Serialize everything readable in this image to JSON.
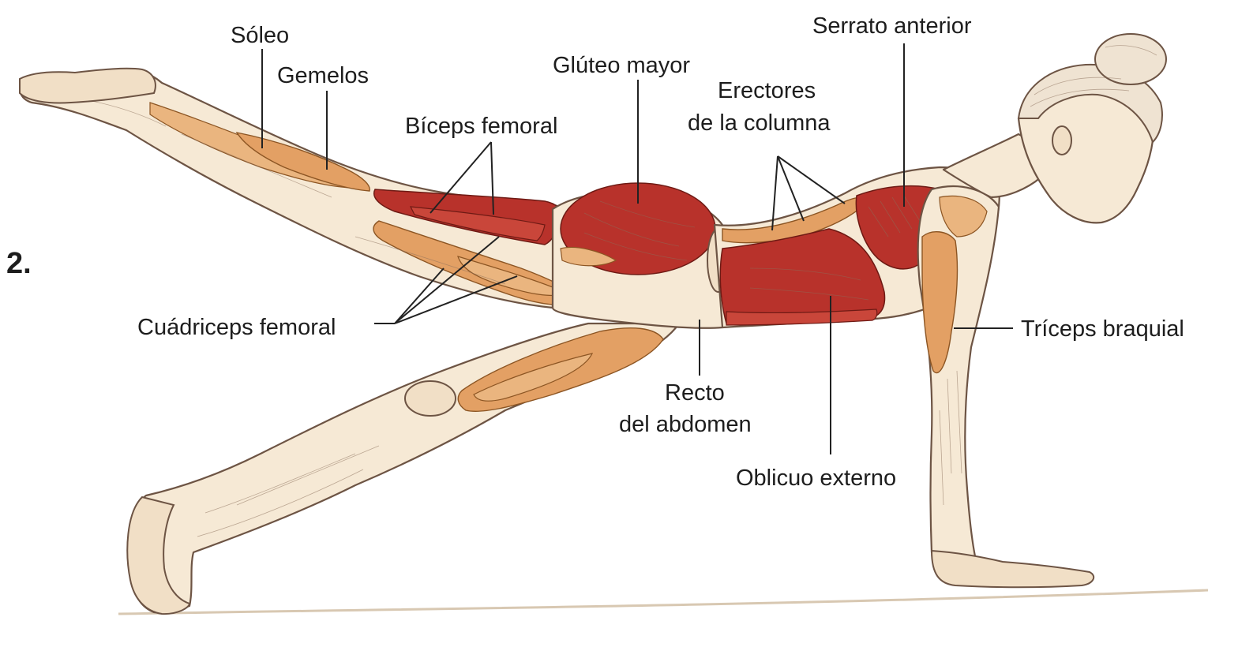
{
  "figure_number": "2.",
  "labels": {
    "soleo": "Sóleo",
    "gemelos": "Gemelos",
    "biceps_femoral": "Bíceps femoral",
    "gluteo_mayor": "Glúteo mayor",
    "erectores_1": "Erectores",
    "erectores_2": "de la columna",
    "serrato_anterior": "Serrato anterior",
    "cuadriceps_femoral": "Cuádriceps femoral",
    "recto_1": "Recto",
    "recto_2": "del abdomen",
    "oblicuo_externo": "Oblicuo externo",
    "triceps_braquial": "Tríceps braquial"
  },
  "colors": {
    "muscle_red": "#b8322b",
    "muscle_orange": "#e3a064",
    "skin": "#f6e9d5",
    "outline": "#6d5444"
  }
}
